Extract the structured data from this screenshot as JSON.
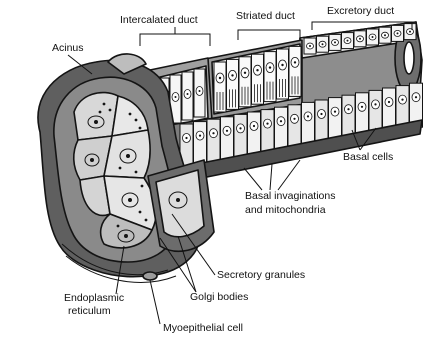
{
  "labels": {
    "intercalated_duct": "Intercalated duct",
    "striated_duct": "Striated duct",
    "excretory_duct": "Excretory duct",
    "acinus": "Acinus",
    "basal_cells": "Basal cells",
    "basal_invaginations_line1": "Basal invaginations",
    "basal_invaginations_line2": "and mitochondria",
    "secretory_granules": "Secretory granules",
    "golgi_bodies": "Golgi bodies",
    "endoplasmic_line1": "Endoplasmic",
    "endoplasmic_line2": "reticulum",
    "myoepithelial_cell": "Myoepithelial cell"
  }
}
